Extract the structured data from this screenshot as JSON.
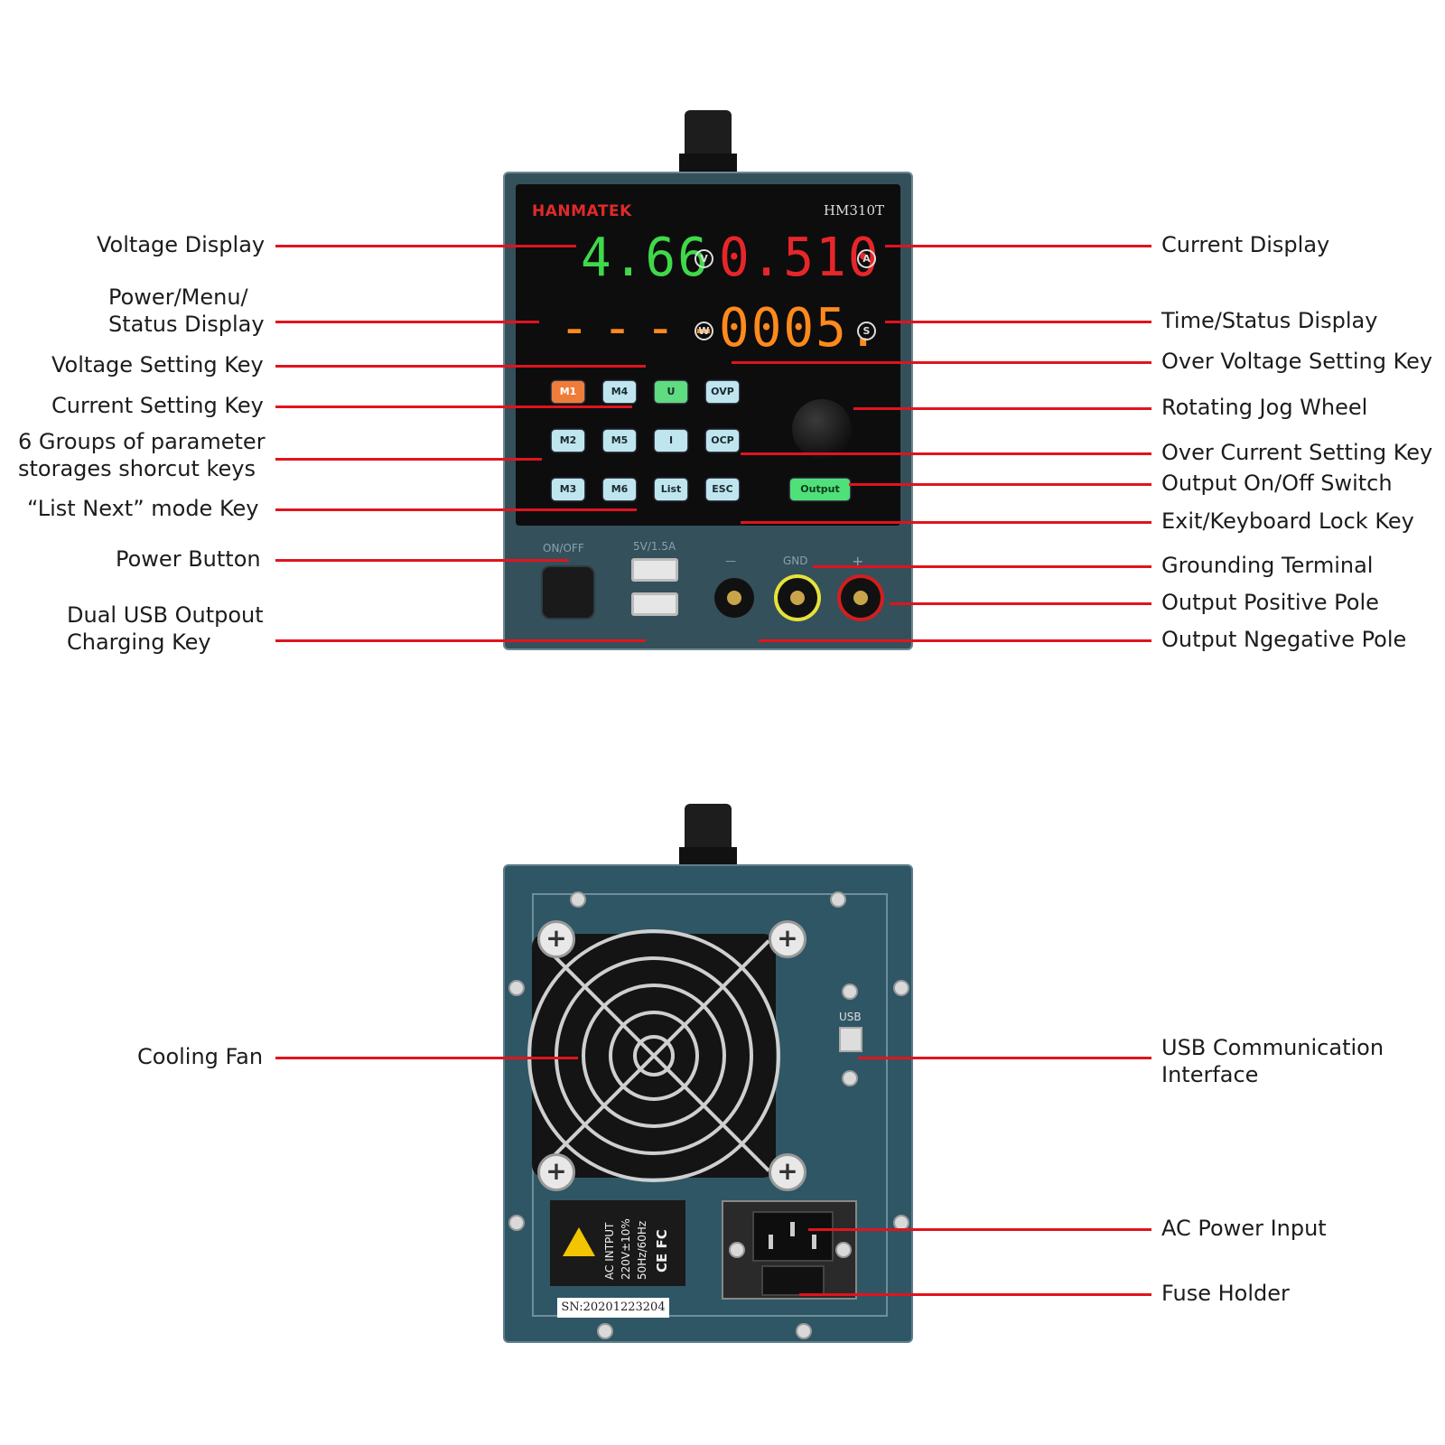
{
  "device": {
    "brand": "HANMATEK",
    "model": "HM310T",
    "voltage_reading": "4.66",
    "current_reading": "0.510",
    "power_reading": "----",
    "time_reading": "0005.",
    "units": {
      "volt": "V",
      "amp": "A",
      "watt": "W",
      "sec": "S"
    },
    "keys": {
      "m1": "M1",
      "m2": "M2",
      "m3": "M3",
      "m4": "M4",
      "m5": "M5",
      "m6": "M6",
      "u": "U",
      "i": "I",
      "ovp": "OVP",
      "ocp": "OCP",
      "list": "List",
      "esc": "ESC",
      "output": "Output"
    },
    "silk": {
      "onoff": "ON/OFF",
      "usb": "5V/1.5A",
      "minus": "—",
      "gnd": "GND",
      "plus": "+"
    },
    "rear": {
      "ac_line1": "AC INTPUT",
      "ac_line2": "220V±10%",
      "ac_line3": "50Hz/60Hz",
      "cert": "CE FC",
      "serial": "SN:20201223204",
      "usb_label": "USB"
    },
    "colors": {
      "voltage": "#3fd94a",
      "current": "#e8262a",
      "power_time": "#ff8a1c",
      "lines": "#e0141e"
    }
  },
  "labels": {
    "voltage_display": "Voltage Display",
    "power_menu_l1": "Power/Menu/",
    "power_menu_l2": "Status Display",
    "voltage_key": "Voltage Setting Key",
    "current_key": "Current Setting Key",
    "groups_l1": "6 Groups of parameter",
    "groups_l2": "storages shorcut keys",
    "list_next": "“List Next”  mode Key",
    "power_button": "Power Button",
    "dual_usb_l1": "Dual USB Outpout",
    "dual_usb_l2": "Charging Key",
    "current_display": "Current Display",
    "time_status": "Time/Status Display",
    "ovp_key": "Over Voltage Setting Key",
    "jog_wheel": "Rotating Jog Wheel",
    "ocp_key": "Over Current Setting Key",
    "output_switch": "Output On/Off Switch",
    "exit_lock": "Exit/Keyboard Lock Key",
    "grounding": "Grounding Terminal",
    "positive": "Output Positive Pole",
    "negative": "Output Ngegative Pole",
    "cooling_fan": "Cooling Fan",
    "usb_comm_l1": "USB Communication",
    "usb_comm_l2": "Interface",
    "ac_input": "AC Power Input",
    "fuse_holder": "Fuse Holder"
  }
}
